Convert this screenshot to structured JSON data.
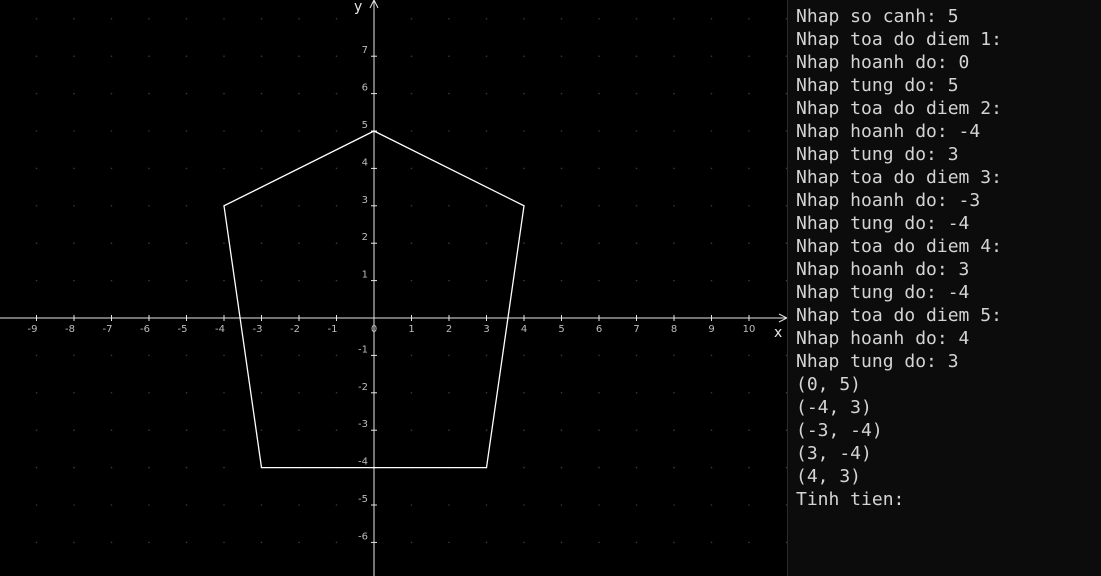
{
  "graph": {
    "x_axis_label": "x",
    "y_axis_label": "y",
    "x_ticks": [
      "-9",
      "-8",
      "-7",
      "-6",
      "-5",
      "-4",
      "-3",
      "-2",
      "-1",
      "0",
      "1",
      "2",
      "3",
      "4",
      "5",
      "6",
      "7",
      "8",
      "9",
      "10"
    ],
    "y_ticks": [
      "7",
      "6",
      "5",
      "4",
      "3",
      "2",
      "1",
      "-1",
      "-2",
      "-3",
      "-4",
      "-5",
      "-6"
    ],
    "polygon": [
      [
        0,
        5
      ],
      [
        -4,
        3
      ],
      [
        -3,
        -4
      ],
      [
        3,
        -4
      ],
      [
        4,
        3
      ]
    ],
    "colors": {
      "background": "#000000",
      "axes": "#e6e6e6",
      "polygon": "#ffffff",
      "grid_dots": "#3a3a3a"
    }
  },
  "console": {
    "lines": [
      "Nhap so canh: 5",
      "Nhap toa do diem 1:",
      "Nhap hoanh do: 0",
      "Nhap tung do: 5",
      "Nhap toa do diem 2:",
      "Nhap hoanh do: -4",
      "Nhap tung do: 3",
      "Nhap toa do diem 3:",
      "Nhap hoanh do: -3",
      "Nhap tung do: -4",
      "Nhap toa do diem 4:",
      "Nhap hoanh do: 3",
      "Nhap tung do: -4",
      "Nhap toa do diem 5:",
      "Nhap hoanh do: 4",
      "Nhap tung do: 3",
      "(0, 5)",
      "(-4, 3)",
      "(-3, -4)",
      "(3, -4)",
      "(4, 3)",
      "Tinh tien:"
    ],
    "colors": {
      "background": "#0c0c0c",
      "text": "#d4d4d4"
    }
  }
}
